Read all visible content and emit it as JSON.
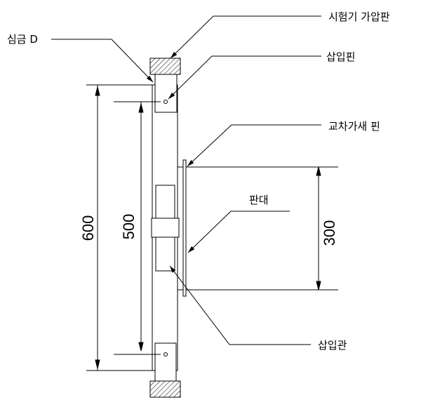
{
  "labels": {
    "press_plate": "시험기 가압판",
    "core_d": "심금 D",
    "insert_pin": "삽입핀",
    "cross_brace_pin": "교차가새 핀",
    "plate": "판대",
    "insert_tube": "삽입관"
  },
  "dimensions": {
    "overall": "600",
    "pin_spacing": "500",
    "plate_height": "300"
  }
}
